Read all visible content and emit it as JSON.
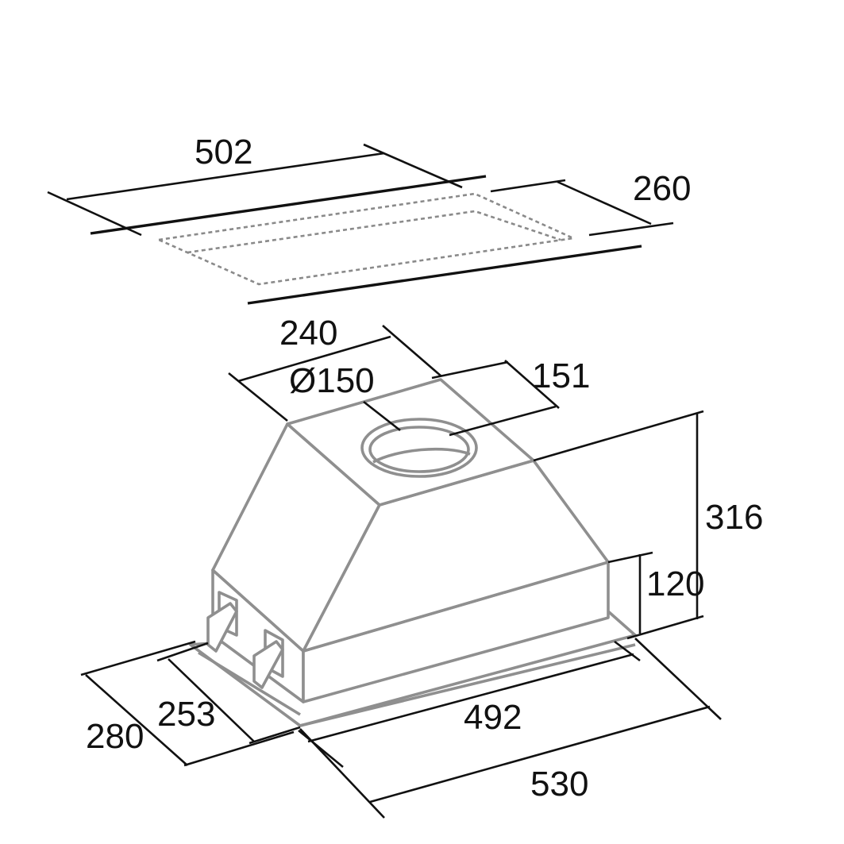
{
  "colors": {
    "dimension_line": "#111111",
    "appliance_outline": "#8f8f8f",
    "cutout_outline": "#8a8a8a",
    "background": "#ffffff"
  },
  "cutout": {
    "width_label": "502",
    "depth_label": "260"
  },
  "hood": {
    "top_width_label": "240",
    "outlet_diameter_label": "Ø150",
    "outlet_offset_label": "151",
    "total_height_label": "316",
    "lower_height_label": "120",
    "inner_depth_label": "253",
    "outer_depth_label": "280",
    "inner_width_label": "492",
    "outer_width_label": "530"
  }
}
